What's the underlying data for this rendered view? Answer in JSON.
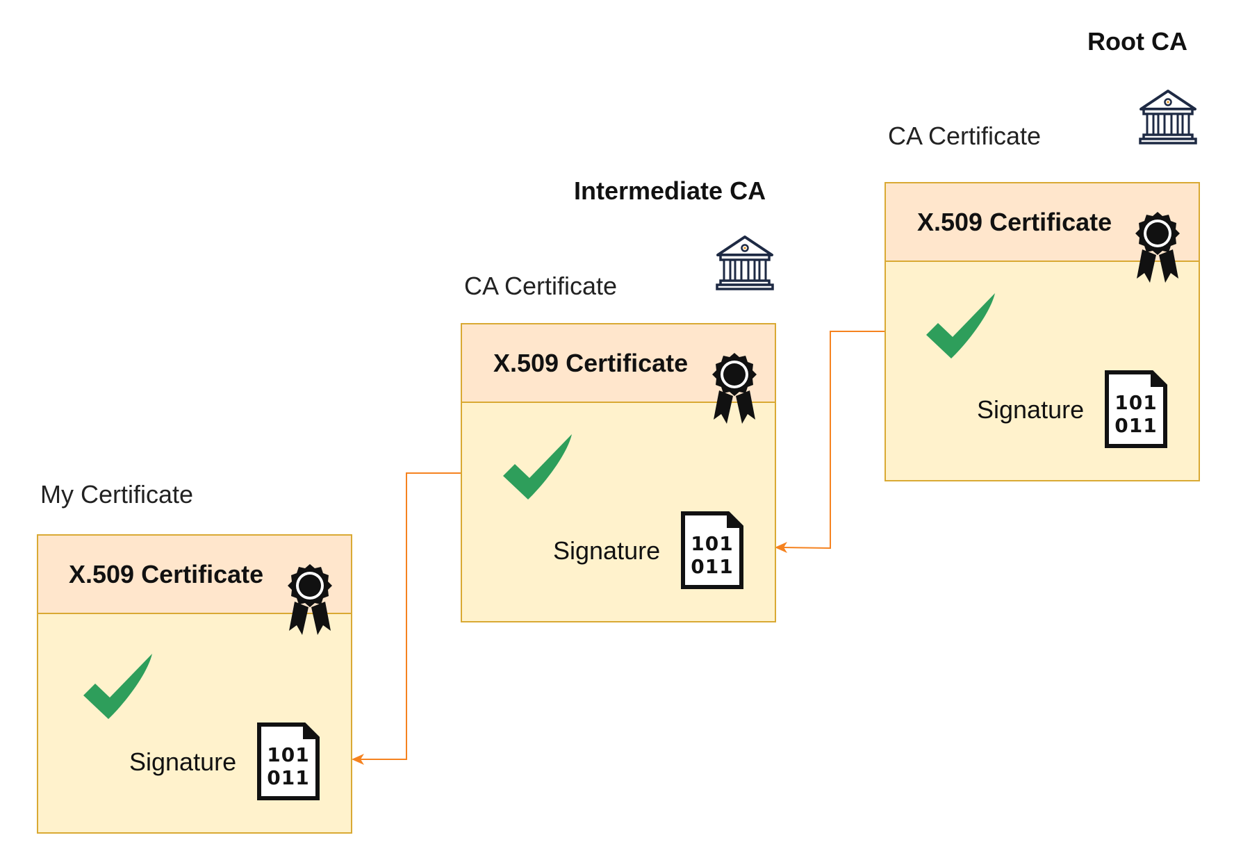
{
  "certificates": [
    {
      "id": "my",
      "caption": "My Certificate",
      "title": "X.509 Certificate",
      "signature_label": "Signature",
      "binary_line1": "101",
      "binary_line2": "011"
    },
    {
      "id": "intermediate",
      "authority": "Intermediate CA",
      "caption": "CA Certificate",
      "title": "X.509 Certificate",
      "signature_label": "Signature",
      "binary_line1": "101",
      "binary_line2": "011"
    },
    {
      "id": "root",
      "authority": "Root CA",
      "caption": "CA Certificate",
      "title": "X.509 Certificate",
      "signature_label": "Signature",
      "binary_line1": "101",
      "binary_line2": "011"
    }
  ],
  "colors": {
    "card_header": "#ffe6cc",
    "card_body": "#fff2cc",
    "card_border": "#d9a933",
    "connector": "#f5821f",
    "check": "#2e9e5b",
    "bank_icon": "#1e2a44"
  },
  "icons": {
    "badge": "award-ribbon-icon",
    "check": "checkmark-icon",
    "signature_file": "binary-file-icon",
    "authority": "bank-building-icon"
  }
}
